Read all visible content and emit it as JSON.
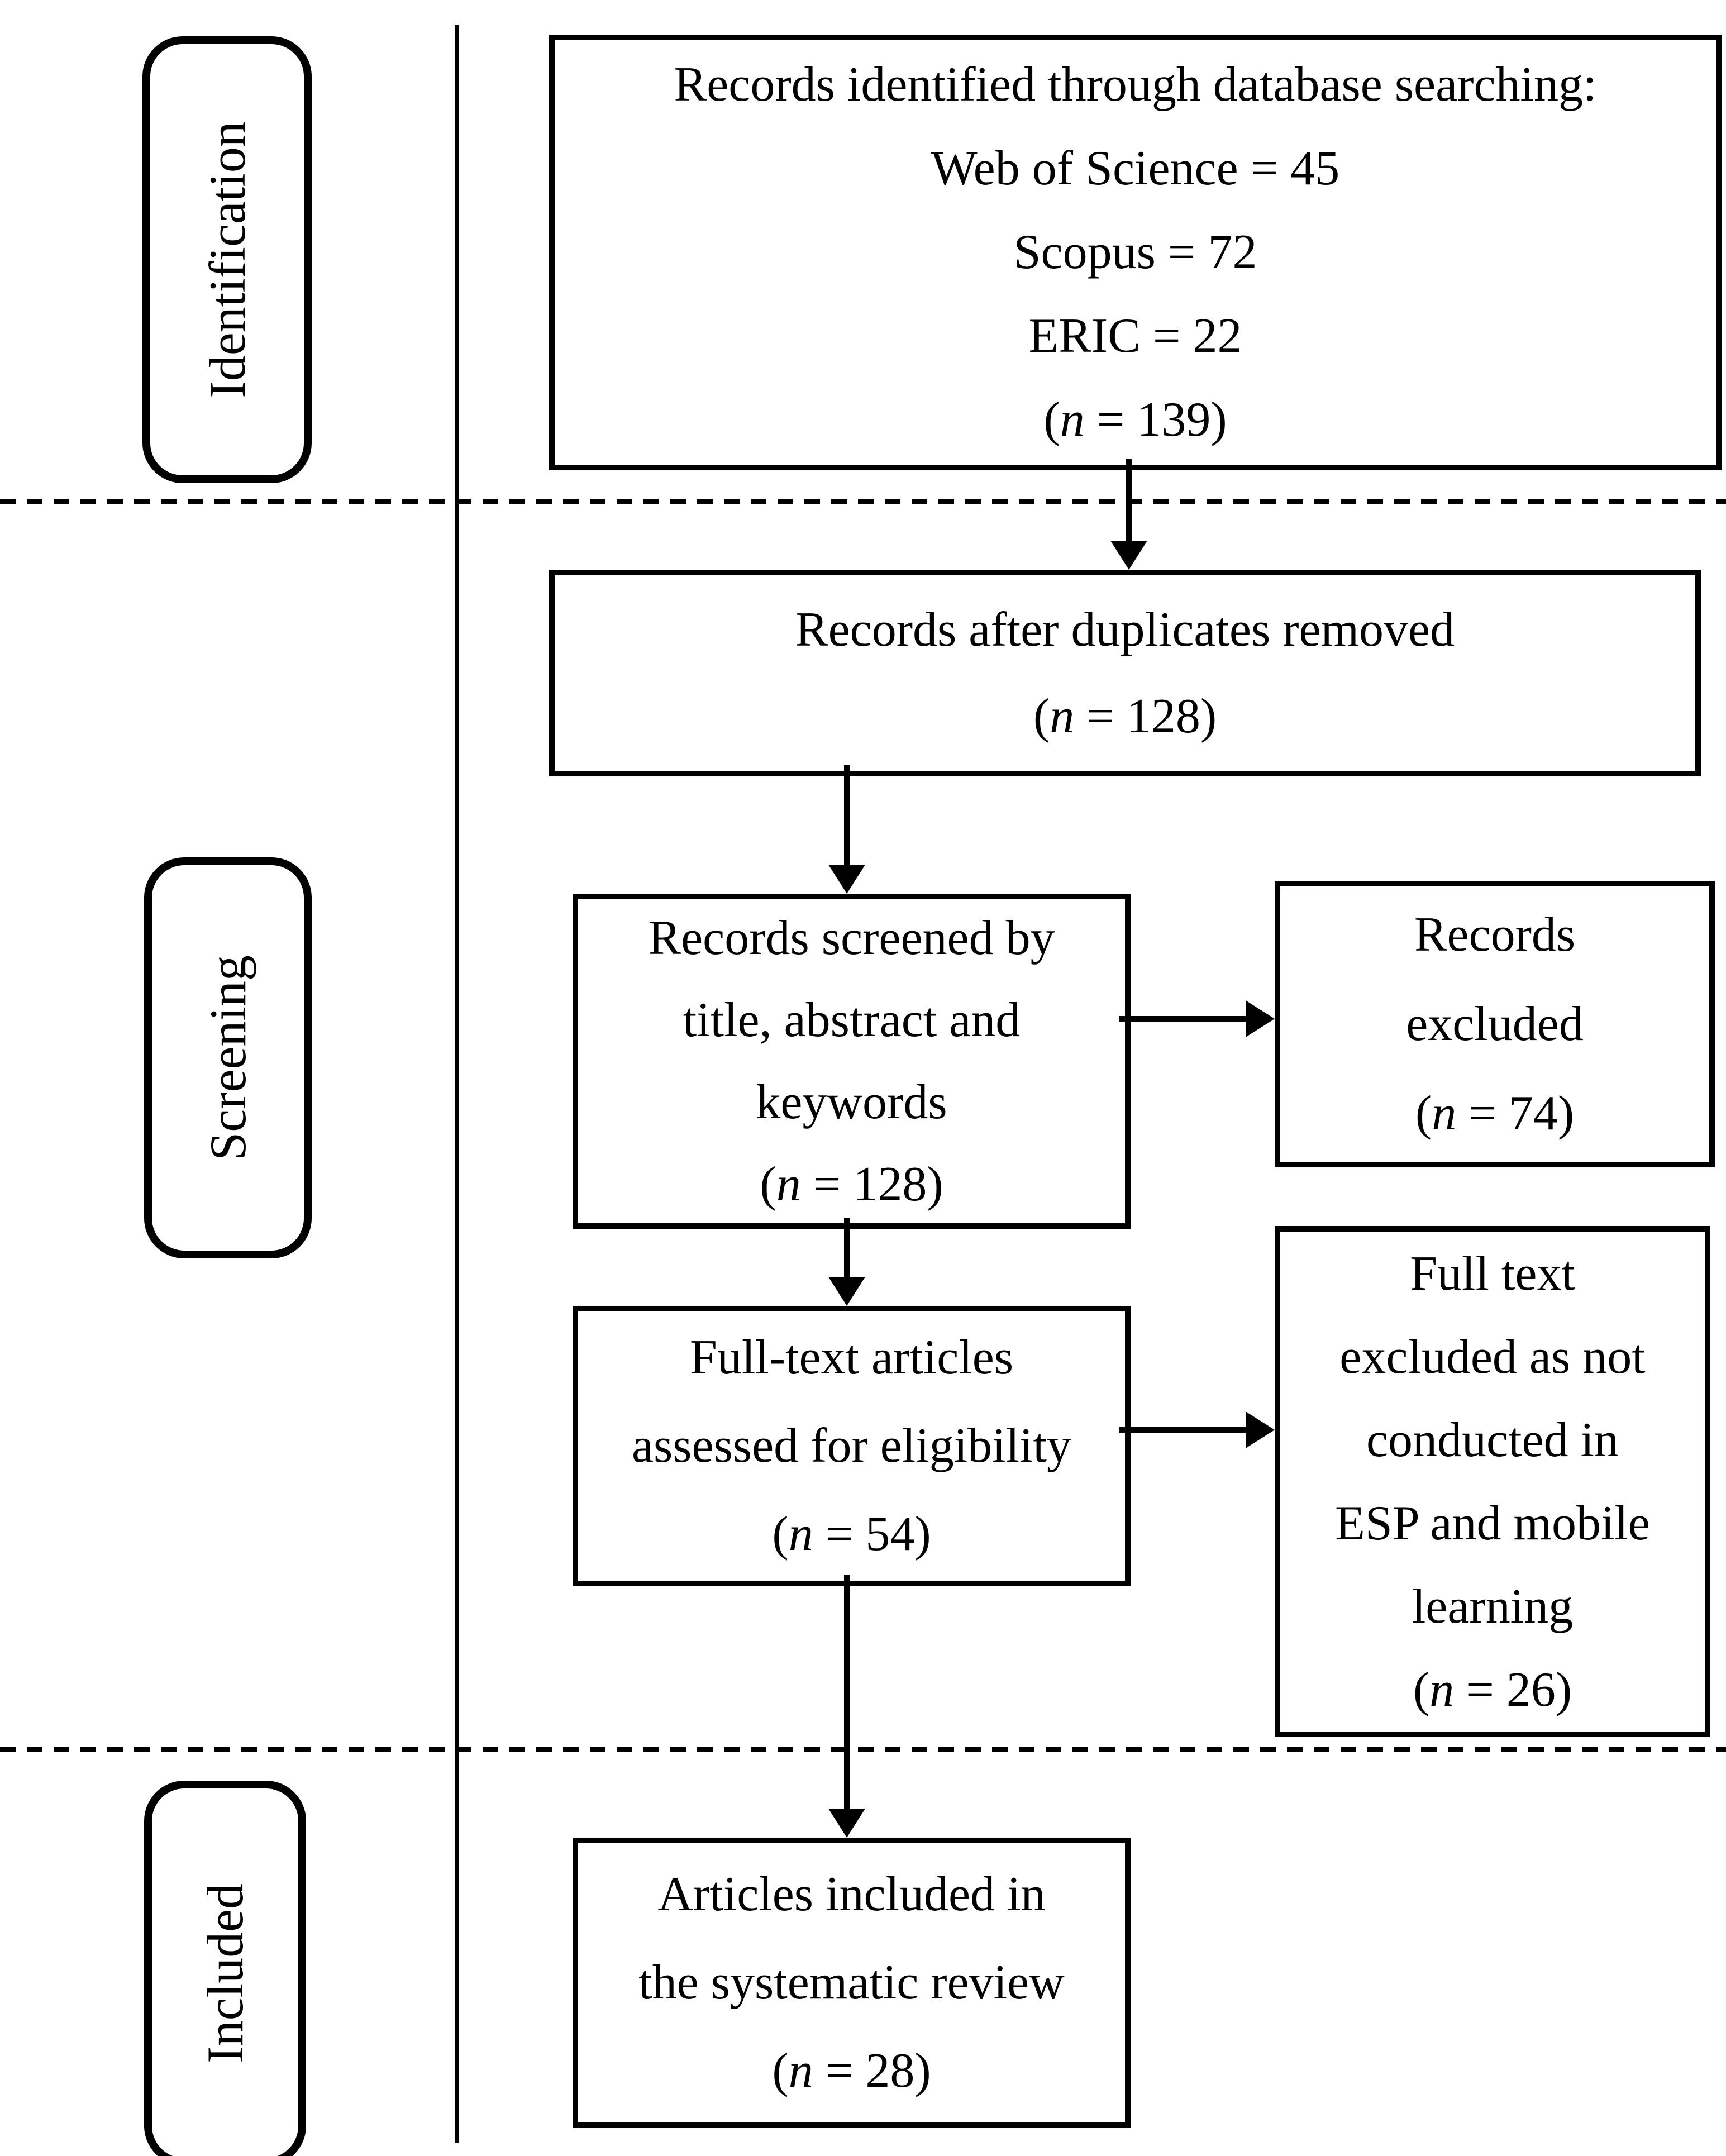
{
  "colors": {
    "ink": "#000000",
    "paper": "#ffffff"
  },
  "stages": [
    {
      "id": "identification",
      "label": "Identification"
    },
    {
      "id": "screening",
      "label": "Screening"
    },
    {
      "id": "included",
      "label": "Included"
    }
  ],
  "boxes": {
    "identified": {
      "lines": [
        "Records identified through database searching:",
        "Web of Science = 45",
        "Scopus = 72",
        "ERIC = 22",
        "(n = 139)"
      ]
    },
    "deduplicated": {
      "lines": [
        "Records after duplicates removed",
        "(n = 128)"
      ]
    },
    "screened": {
      "lines": [
        "Records screened by",
        "title, abstract and",
        "keywords",
        "(n = 128)"
      ]
    },
    "records_excluded": {
      "lines": [
        "Records",
        "excluded",
        "(n = 74)"
      ]
    },
    "fulltext_assessed": {
      "lines": [
        "Full-text articles",
        "assessed for eligibility",
        "(n = 54)"
      ]
    },
    "fulltext_excluded": {
      "lines": [
        "Full text",
        "excluded as not",
        "conducted in",
        "ESP and mobile",
        "learning",
        "(n = 26)"
      ]
    },
    "included_articles": {
      "lines": [
        "Articles included in",
        "the systematic review",
        "(n = 28)"
      ]
    }
  },
  "counts": {
    "web_of_science": 45,
    "scopus": 72,
    "eric": 22,
    "identified": 139,
    "after_duplicates_removed": 128,
    "screened": 128,
    "records_excluded": 74,
    "fulltext_assessed": 54,
    "fulltext_excluded": 26,
    "included": 28
  },
  "flow": {
    "edges": [
      {
        "from": "identified",
        "to": "deduplicated"
      },
      {
        "from": "deduplicated",
        "to": "screened"
      },
      {
        "from": "screened",
        "to": "records_excluded"
      },
      {
        "from": "screened",
        "to": "fulltext_assessed"
      },
      {
        "from": "fulltext_assessed",
        "to": "fulltext_excluded"
      },
      {
        "from": "fulltext_assessed",
        "to": "included_articles"
      }
    ]
  }
}
